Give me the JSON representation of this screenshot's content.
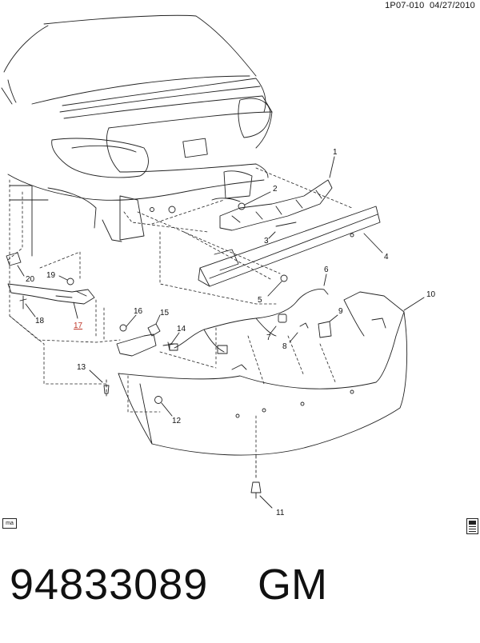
{
  "header": {
    "ref_code": "1P07-010",
    "date": "04/27/2010"
  },
  "callouts": [
    "1",
    "2",
    "3",
    "4",
    "5",
    "6",
    "7",
    "8",
    "9",
    "10",
    "11",
    "12",
    "13",
    "14",
    "15",
    "16",
    "17",
    "18",
    "19",
    "20"
  ],
  "highlight_callout": "17",
  "footer": {
    "part_number": "94833089",
    "brand": "GM",
    "badge": "ma"
  },
  "icons": [
    "ma-badge",
    "service-manual-icon"
  ],
  "colors": {
    "line": "#222222",
    "highlight": "#c0392b"
  }
}
